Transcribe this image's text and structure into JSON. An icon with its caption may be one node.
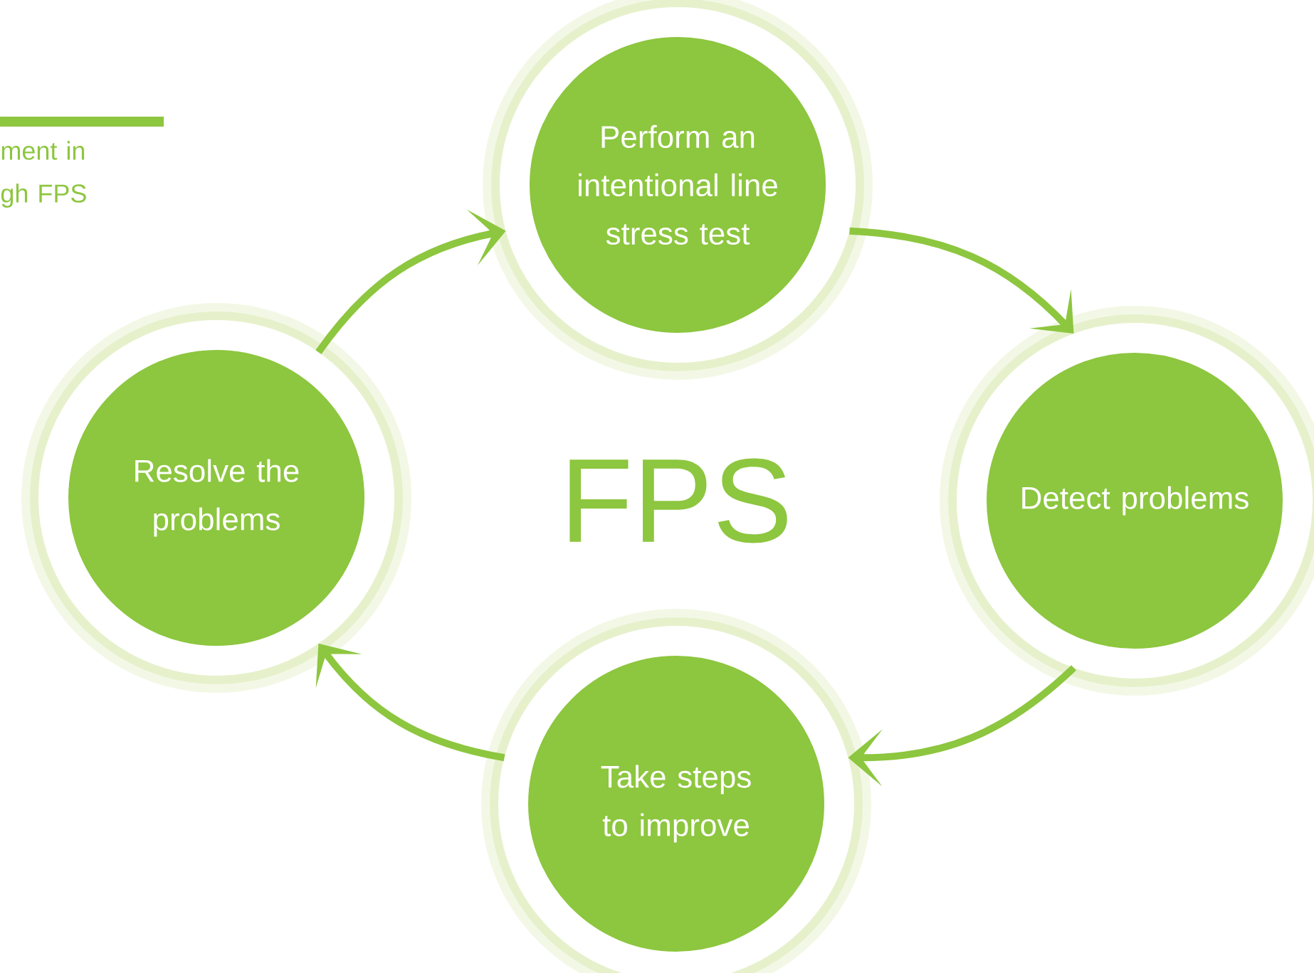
{
  "diagram": {
    "nodes": [
      {
        "text": [
          "Perform an intentional line stress test"
        ]
      },
      {
        "text": [
          "Detect problems"
        ]
      },
      {
        "text": [
          "Take steps to improve"
        ]
      },
      {
        "text": [
          "Resolve the problems"
        ]
      }
    ],
    "edges": [
      {
        "from": 3,
        "to": 0,
        "arrow": "to"
      },
      {
        "from": 0,
        "to": 1,
        "arrow": "to"
      },
      {
        "from": 1,
        "to": 2,
        "arrow": "to"
      },
      {
        "from": 2,
        "to": 3,
        "arrow": "to"
      }
    ],
    "labels": [
      "ment in gh FPS",
      "FPS"
    ]
  }
}
